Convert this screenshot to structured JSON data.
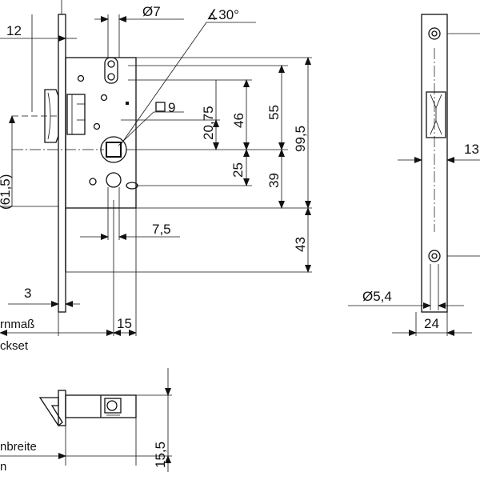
{
  "dimensions": {
    "d_top": "12",
    "d_phi7": "Ø7",
    "d_angle": "∡30°",
    "d_sq9": "9",
    "d_2075": "20,75",
    "d_46": "46",
    "d_55": "55",
    "d_995": "99,5",
    "d_25": "25",
    "d_39": "39",
    "d_615": "(61,5)",
    "d_75": "7,5",
    "d_43": "43",
    "d_3": "3",
    "d_15": "15",
    "d_13": "13",
    "d_phi54": "Ø5,4",
    "d_24": "24",
    "d_155": "15,5"
  },
  "labels": {
    "dornmass": "rnmaß",
    "backset": "ckset",
    "stulpbreite": "nbreite",
    "width_fragment": "n"
  }
}
